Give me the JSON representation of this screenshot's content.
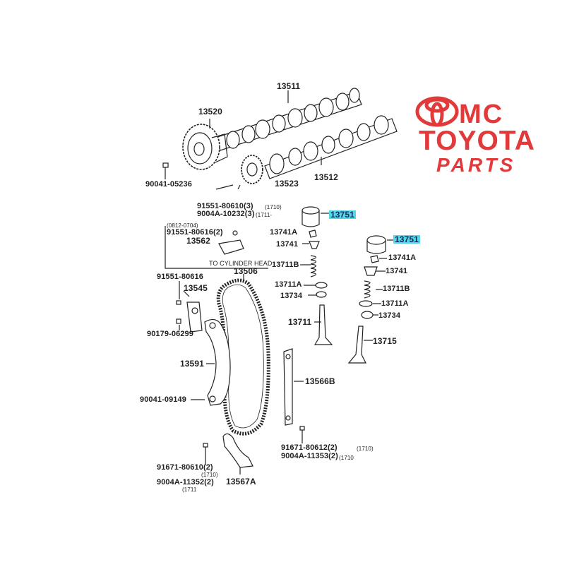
{
  "brand": {
    "line1": "MC",
    "line2": "TOYOTA",
    "line3": "PARTS",
    "color": "#e23a3a",
    "emblem": "toyota-ellipse-emblem"
  },
  "highlight_color": "#52d8e6",
  "labels": {
    "p13511": "13511",
    "p13520": "13520",
    "p90041_05236": "90041-05236",
    "p13523": "13523",
    "p13512": "13512",
    "p91551_80610": "91551-80610(3)",
    "p91551_80610_note": "(1710)",
    "p9004A_10232": "9004A-10232(3)",
    "p9004A_10232_note": "(1711-",
    "p13751_a": "13751",
    "p13751_b": "13751",
    "bracket_note": "(0812-0704)",
    "p91551_80616_2": "91551-80616(2)",
    "p13562": "13562",
    "to_cyl_head": "TO CYLINDER HEAD",
    "p13741A_a": "13741A",
    "p13741_a": "13741",
    "p13711B_a": "13711B",
    "p13741A_b": "13741A",
    "p13741_b": "13741",
    "p13506": "13506",
    "p91551_80616": "91551-80616",
    "p13545": "13545",
    "p13711A_a": "13711A",
    "p13734_a": "13734",
    "p13711B_b": "13711B",
    "p13711A_b": "13711A",
    "p13734_b": "13734",
    "p90179_06299": "90179-06299",
    "p13711": "13711",
    "p13715": "13715",
    "p13591": "13591",
    "p13566B": "13566B",
    "p90041_09149": "90041-09149",
    "p91671_80612": "91671-80612(2)",
    "p91671_80612_note": "(1710)",
    "p9004A_11353": "9004A-11353(2)",
    "p9004A_11353_note": "(1710",
    "p91671_80610": "91671-80610(2)",
    "p91671_80610_note": "(1710)",
    "p9004A_11352": "9004A-11352(2)",
    "p9004A_11352_note": "(1711",
    "p13567A": "13567A"
  }
}
